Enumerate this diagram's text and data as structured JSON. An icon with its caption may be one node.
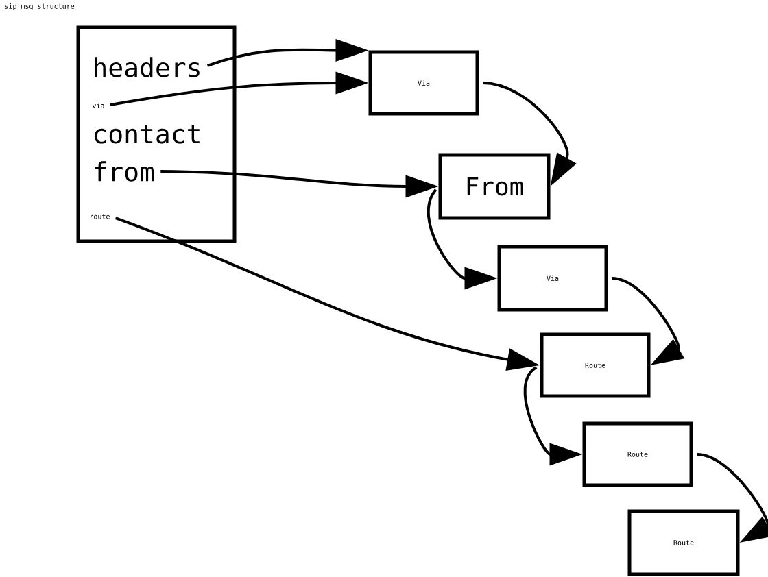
{
  "diagram": {
    "title": "sip_msg structure",
    "nodes": [
      {
        "text": [],
        "shape": "box"
      },
      {
        "text": [
          "headers"
        ],
        "in": 0
      },
      {
        "text": [
          "via"
        ],
        "in": 0
      },
      {
        "text": [
          "contact"
        ],
        "in": 0
      },
      {
        "text": [
          "from"
        ],
        "in": 0
      },
      {
        "text": [
          "route"
        ],
        "in": 0
      },
      {
        "text": [
          "Via"
        ]
      },
      {
        "text": [
          "From"
        ]
      },
      {
        "text": [
          "Via"
        ]
      },
      {
        "text": [
          "Route"
        ]
      },
      {
        "text": [
          "Route"
        ]
      },
      {
        "text": [
          "Route"
        ]
      }
    ],
    "edges": [
      {
        "from": 1,
        "to": 6,
        "arrow": "to"
      },
      {
        "from": 2,
        "to": 6,
        "arrow": "to"
      },
      {
        "from": 4,
        "to": 7,
        "arrow": "to"
      },
      {
        "from": 5,
        "to": 9,
        "arrow": "to"
      },
      {
        "from": 6,
        "to": 7,
        "arrow": "to"
      },
      {
        "from": 7,
        "to": 8,
        "arrow": "to"
      },
      {
        "from": 8,
        "to": 9,
        "arrow": "to"
      },
      {
        "from": 9,
        "to": 10,
        "arrow": "to"
      },
      {
        "from": 10,
        "to": 11,
        "arrow": "to"
      }
    ]
  }
}
